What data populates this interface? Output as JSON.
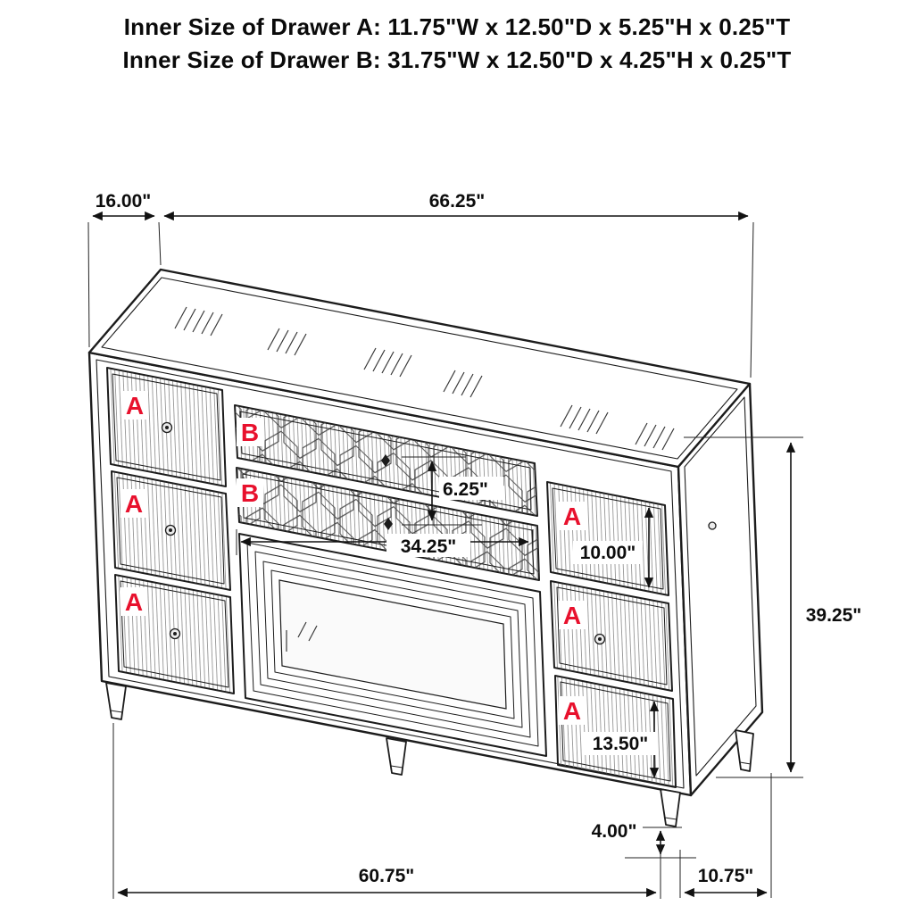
{
  "title": {
    "line1": "Inner Size of Drawer A: 11.75\"W x 12.50\"D x 5.25\"H x 0.25\"T",
    "line2": "Inner Size of Drawer B: 31.75\"W x 12.50\"D x 4.25\"H x 0.25\"T"
  },
  "drawers": {
    "a_letter": "A",
    "b_letter": "B"
  },
  "dims": {
    "top_depth": "16.00\"",
    "top_width": "66.25\"",
    "drawer_b_height": "6.25\"",
    "drawer_b_width": "34.25\"",
    "right_top_drawer_height": "10.00\"",
    "overall_height": "39.25\"",
    "right_bottom_drawer_height": "13.50\"",
    "leg_height": "4.00\"",
    "front_width": "60.75\"",
    "side_depth": "10.75\""
  },
  "colors": {
    "label_red": "#e8112d",
    "line_black": "#1c1c1c"
  }
}
